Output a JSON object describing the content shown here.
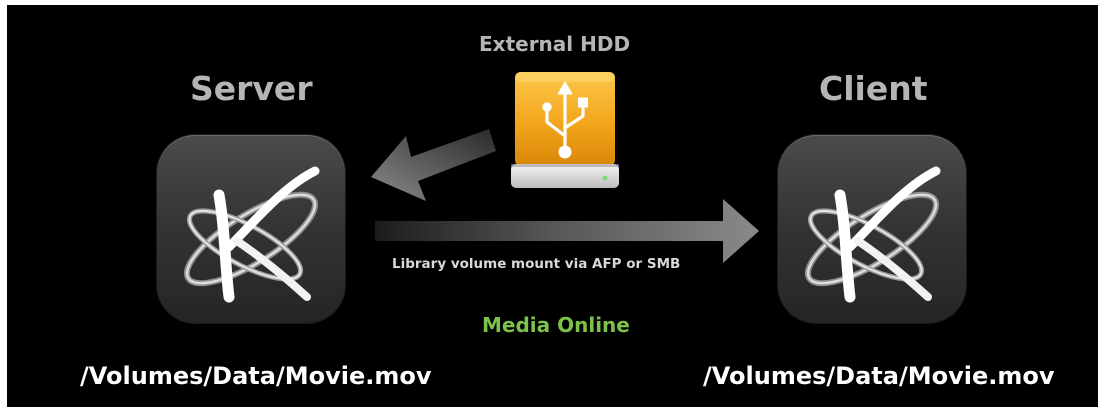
{
  "server": {
    "title": "Server",
    "path": "/Volumes/Data/Movie.mov"
  },
  "client": {
    "title": "Client",
    "path": "/Volumes/Data/Movie.mov"
  },
  "external_drive": {
    "title": "External HDD",
    "icon": "usb-drive-icon",
    "color": "#f3a51c"
  },
  "connection": {
    "caption": "Library volume mount via AFP or SMB"
  },
  "status": {
    "text": "Media Online",
    "color": "#7cc24a"
  },
  "app_icon": "final-cut-server-icon",
  "colors": {
    "background": "#000000",
    "title_gray": "#b5b5b5",
    "arrow_gray": "#7a7a7a"
  }
}
